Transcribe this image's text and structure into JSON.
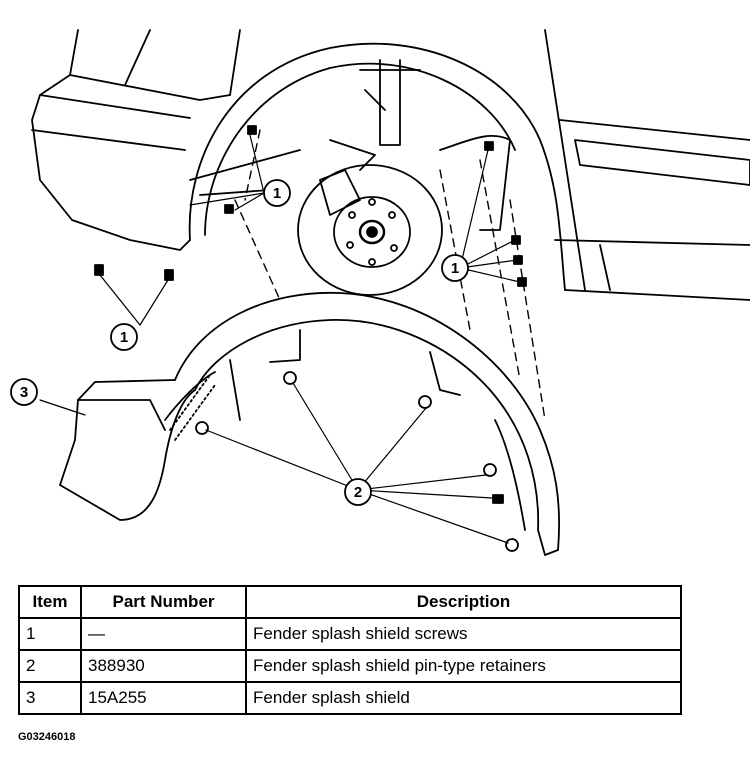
{
  "diagram": {
    "callouts": [
      "1",
      "1",
      "1",
      "2",
      "3"
    ]
  },
  "table": {
    "headers": [
      "Item",
      "Part Number",
      "Description"
    ],
    "rows": [
      [
        "1",
        "—",
        "Fender splash shield screws"
      ],
      [
        "2",
        "388930",
        "Fender splash shield pin-type retainers"
      ],
      [
        "3",
        "15A255",
        "Fender splash shield"
      ]
    ]
  },
  "figure_id": "G03246018"
}
